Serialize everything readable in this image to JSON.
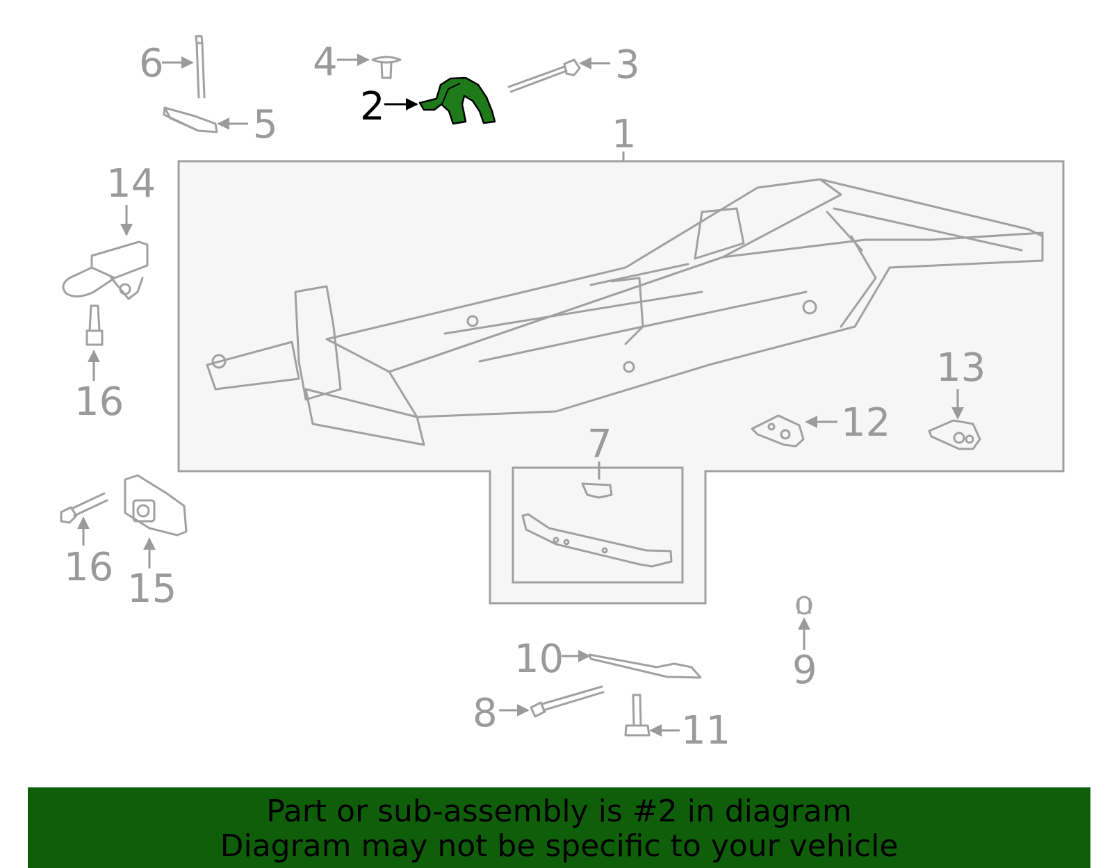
{
  "highlight_color": "#1f7a1a",
  "outline_color": "#a0a0a0",
  "banner": {
    "background": "#0f5f0a",
    "line1": "Part or sub-assembly is #2 in diagram",
    "line2": "Diagram may not be specific to your vehicle"
  },
  "callouts": {
    "c1": "1",
    "c2": "2",
    "c3": "3",
    "c4": "4",
    "c5": "5",
    "c6": "6",
    "c7": "7",
    "c8": "8",
    "c9": "9",
    "c10": "10",
    "c11": "11",
    "c12": "12",
    "c13": "13",
    "c14": "14",
    "c15": "15",
    "c16a": "16",
    "c16b": "16"
  }
}
